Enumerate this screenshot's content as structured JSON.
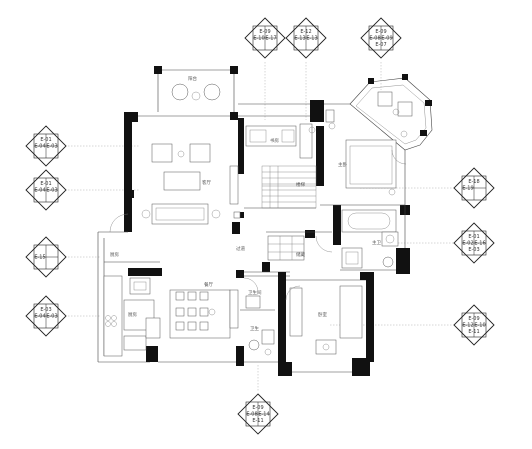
{
  "elevation_tags": [
    {
      "id": "top-left-tag",
      "labels": [
        "E-09",
        "E-10",
        "E-17",
        ""
      ]
    },
    {
      "id": "top-mid-tag",
      "labels": [
        "E-12",
        "E-13",
        "E-13",
        ""
      ]
    },
    {
      "id": "top-right-tag",
      "labels": [
        "E-09",
        "E-08",
        "E-09",
        "E-07"
      ]
    },
    {
      "id": "left-1-tag",
      "labels": [
        "E-01",
        "E-04",
        "E-03",
        ""
      ]
    },
    {
      "id": "left-2-tag",
      "labels": [
        "E-01",
        "E-04",
        "E-03",
        ""
      ]
    },
    {
      "id": "left-3-tag",
      "labels": [
        "",
        "E-15",
        "",
        ""
      ]
    },
    {
      "id": "left-4-tag",
      "labels": [
        "E-03",
        "E-04",
        "E-03",
        ""
      ]
    },
    {
      "id": "right-1-tag",
      "labels": [
        "E-18",
        "E-19",
        "",
        ""
      ]
    },
    {
      "id": "right-2-tag",
      "labels": [
        "E-01",
        "E-02",
        "E-16",
        "E-03"
      ]
    },
    {
      "id": "right-3-tag",
      "labels": [
        "E-09",
        "E-12",
        "E-10",
        "E-11"
      ]
    },
    {
      "id": "bottom-tag",
      "labels": [
        "E-09",
        "E-08",
        "E-14",
        "E-11"
      ]
    }
  ]
}
